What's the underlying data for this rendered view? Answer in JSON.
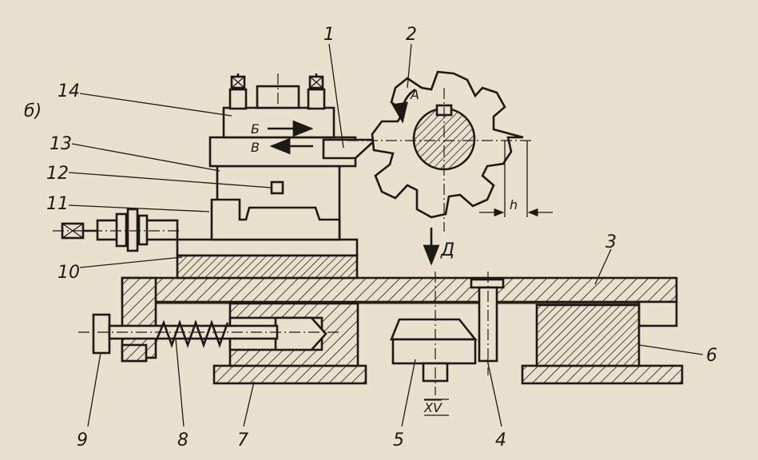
{
  "figure_label": "б)",
  "numbers": {
    "n1": "1",
    "n2": "2",
    "n3": "3",
    "n4": "4",
    "n5": "5",
    "n6": "6",
    "n7": "7",
    "n8": "8",
    "n9": "9",
    "n10": "10",
    "n11": "11",
    "n12": "12",
    "n13": "13",
    "n14": "14"
  },
  "letters": {
    "A": "А",
    "B": "Б",
    "V": "В",
    "D": "Д",
    "h": "h",
    "xv": "XV"
  }
}
